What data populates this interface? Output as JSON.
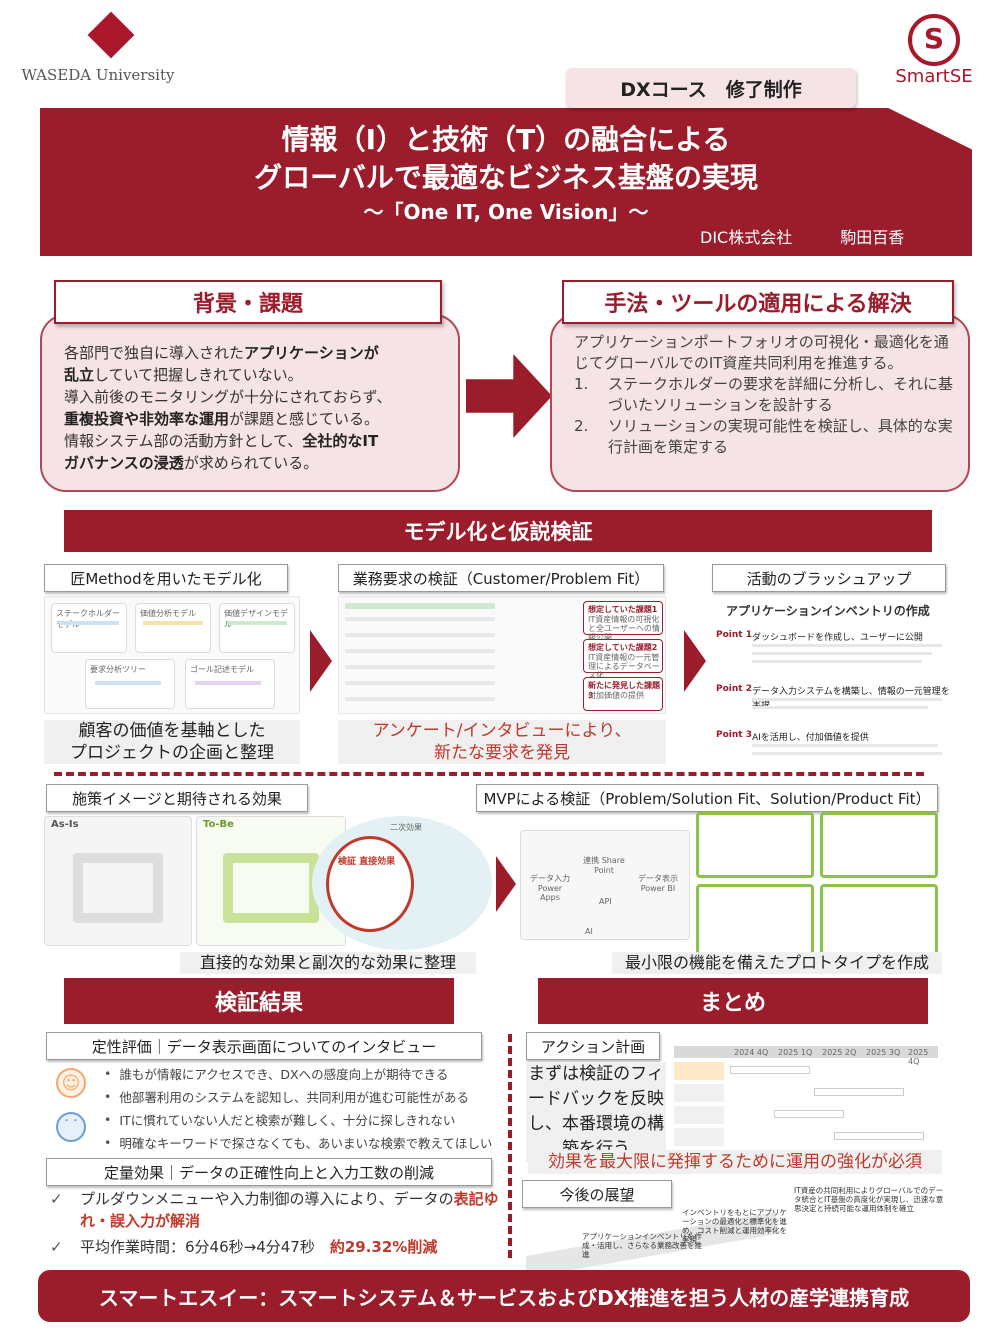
{
  "header": {
    "waseda_logo_text": "WASEDA University",
    "smartse_logo_text": "SmartSE",
    "smartse_emblem": "S",
    "course_tag": "DXコース　修了制作",
    "title_line1": "情報（I）と技術（T）の融合による",
    "title_line2": "グローバルで最適なビジネス基盤の実現",
    "subtitle": "〜「One IT, One Vision」〜",
    "author": "DIC株式会社　　　駒田百香"
  },
  "background": {
    "heading": "背景・課題",
    "line1a": "各部門で独自に導入された",
    "line1b": "アプリケーションが",
    "line2a": "乱立",
    "line2b": "していて把握しきれていない。",
    "line3": "導入前後のモニタリングが十分にされておらず、",
    "line4a": "重複投資や非効率な運用",
    "line4b": "が課題と感じている。",
    "line5a": "情報システム部の活動方針として、",
    "line5b": "全社的なIT",
    "line6a": "ガバナンスの浸透",
    "line6b": "が求められている。"
  },
  "method": {
    "heading": "手法・ツールの適用による解決",
    "intro": "アプリケーションポートフォリオの可視化・最適化を通じてグローバルでのIT資産共同利用を推進する。",
    "items": [
      {
        "num": "1.",
        "text": "ステークホルダーの要求を詳細に分析し、それに基づいたソリューションを設計する"
      },
      {
        "num": "2.",
        "text": "ソリューションの実現可能性を検証し、具体的な実行計画を策定する"
      }
    ]
  },
  "modeling": {
    "heading": "モデル化と仮説検証",
    "label1": "匠Methodを用いたモデル化",
    "label2": "業務要求の検証（Customer/Problem Fit）",
    "label3": "活動のブラッシュアップ",
    "cap1_l1": "顧客の価値を基軸とした",
    "cap1_l2": "プロジェクトの企画と整理",
    "cap2_l1": "アンケート/インタビューにより、",
    "cap2_l2": "新たな要求を発見",
    "m1_nodes": [
      "ステークホルダーモデル",
      "価値分析モデル",
      "価値デザインモデル",
      "要求分析ツリー",
      "ゴール記述モデル"
    ],
    "m2_boxes": [
      "想定していた課題1",
      "IT資産情報の可視化と全ユーザーへの情報公開",
      "想定していた課題2",
      "IT資産情報の一元管理によるデータベース化",
      "新たに発見した課題3",
      "付加価値の提供"
    ],
    "m3_title": "アプリケーションインベントリの作成",
    "m3_points": [
      {
        "label": "Point 1",
        "title": "ダッシュボードを作成し、ユーザーに公開"
      },
      {
        "label": "Point 2",
        "title": "データ入力システムを構築し、情報の一元管理を実現"
      },
      {
        "label": "Point 3",
        "title": "AIを活用し、付加価値を提供"
      }
    ]
  },
  "solution": {
    "label1": "施策イメージと期待される効果",
    "label2": "MVPによる検証（Problem/Solution Fit、Solution/Product Fit）",
    "cap1": "直接的な効果と副次的な効果に整理",
    "cap2": "最小限の機能を備えたプロトタイプを作成",
    "s1_asis": "As-Is",
    "s1_tobe": "To-Be",
    "s1_circle_center": "検証 直接効果",
    "s1_circle_outer": "二次効果",
    "s2_nodes": [
      "データ入力 Power Apps",
      "連携 Share Point",
      "データ表示 Power BI",
      "API",
      "AI"
    ]
  },
  "results": {
    "heading": "検証結果",
    "q1_label": "定性評価｜データ表示画面についてのインタビュー",
    "q1_items": [
      "誰もが情報にアクセスでき、DXへの感度向上が期待できる",
      "他部署利用のシステムを認知し、共同利用が進む可能性がある",
      "ITに慣れていない人だと検索が難しく、十分に探しきれない",
      "明確なキーワードで探さなくても、あいまいな検索で教えてほしい"
    ],
    "q2_label": "定量効果｜データの正確性向上と入力工数の削減",
    "q2_item1a": "プルダウンメニューや入力制御の導入により、データの",
    "q2_item1b": "表記ゆれ・誤入力が解消",
    "q2_item2a": "平均作業時間：6分46秒→4分47秒",
    "q2_item2b": "約29.32%削減",
    "check": "✓"
  },
  "summary": {
    "heading": "まとめ",
    "action_label": "アクション計画",
    "action_text": "まずは検証のフィードバックを反映し、本番環境の構築を行う",
    "action_cap": "効果を最大限に発揮するために運用の強化が必須",
    "future_label": "今後の展望",
    "timeline": [
      "2024 4Q",
      "2025 1Q",
      "2025 2Q",
      "2025 3Q",
      "2025 4Q"
    ],
    "future_steps": [
      "アプリケーションインベントリを作成・活用し、さらなる業務改善を推進",
      "インベントリをもとにアプリケーションの最適化と標準化を進め、コスト削減と運用効率化を実現",
      "IT資産の共同利用によりグローバルでのデータ統合とIT基盤の高度化が実現し、迅速な意思決定と持続可能な運用体制を確立"
    ]
  },
  "footer": {
    "text": "スマートエスイー：スマートシステム＆サービスおよびDX推進を担う人材の産学連携育成"
  },
  "colors": {
    "brand": "#9b1c2b",
    "pink": "#f6e3e5",
    "highlight": "#c0392b"
  },
  "icons": [
    "waseda-emblem-icon",
    "smartse-gear-icon",
    "arrow-right-icon",
    "smile-face-icon",
    "neutral-face-icon",
    "check-icon"
  ]
}
